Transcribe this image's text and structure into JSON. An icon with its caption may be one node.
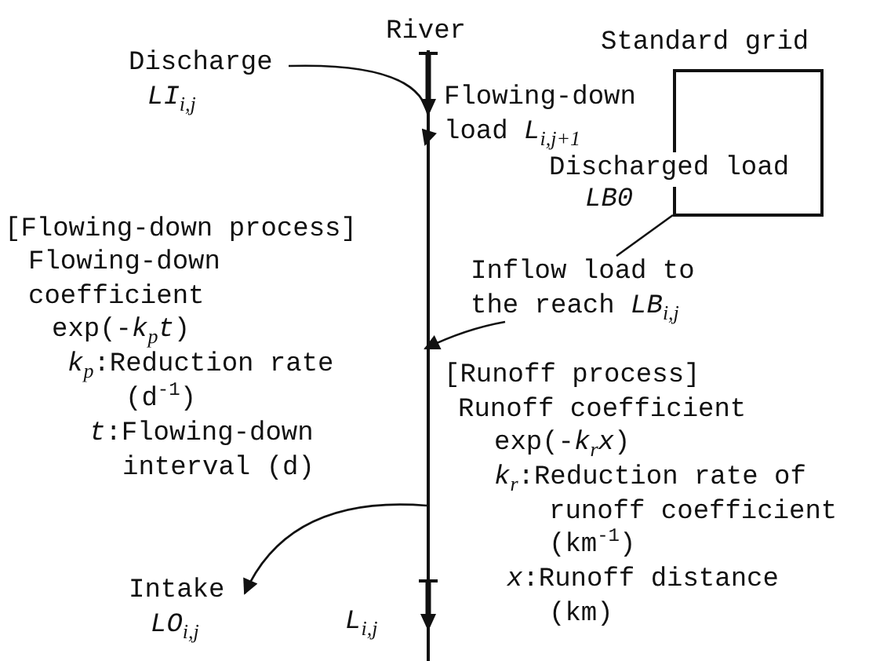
{
  "diagram": {
    "nodes": [
      {
        "text": [
          "River"
        ],
        "beside": [
          "Flowing-down load *L*$_{i,j+1}$",
          "*L*$_{i,j}$"
        ]
      },
      {
        "text": [
          "Discharge",
          "*LI*$_{i,j}$"
        ]
      },
      {
        "text": [
          "Standard grid",
          "Discharged load",
          "*LB0*"
        ]
      },
      {
        "text": [
          "Inflow load to the reach *LB*$_{i,j}$"
        ]
      },
      {
        "text": [
          "Intake",
          "*LO*$_{i,j}$"
        ]
      }
    ],
    "edges": [
      {
        "from": 1,
        "to": 0,
        "arrow": "to"
      },
      {
        "from": 2,
        "to": 3,
        "arrow": "none"
      },
      {
        "from": 3,
        "to": 0,
        "arrow": "to"
      },
      {
        "from": 0,
        "to": 4,
        "arrow": "to"
      }
    ],
    "labels": [
      "[Flowing-down process]",
      "Flowing-down coefficient",
      "exp(-*k*$_{p}$*t*)",
      "*k*$_{p}$:Reduction rate (d$^{-1}$)",
      "*t*:Flowing-down interval (d)",
      "[Runoff process]",
      "Runoff coefficient",
      "exp(-*k*$_{r}$*x*)",
      "*k*$_{r}$:Reduction rate of runoff coefficient (km$^{-1}$)",
      "*x*:Runoff distance (km)"
    ]
  }
}
